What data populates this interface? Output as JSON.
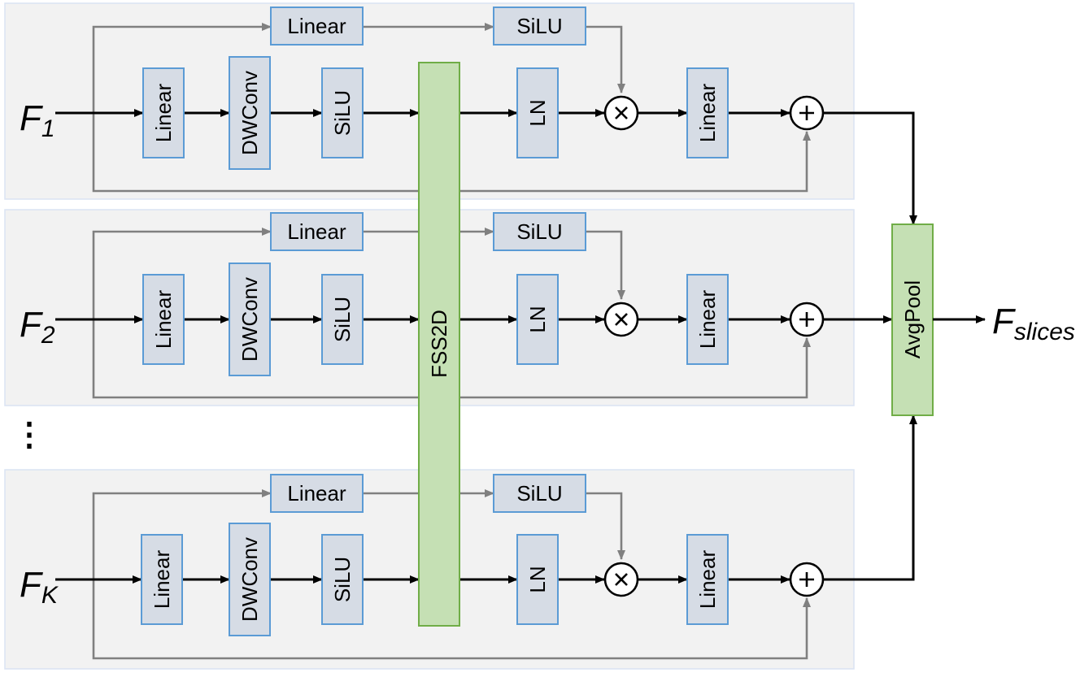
{
  "rows": [
    {
      "input_main": "F",
      "input_sub": "1",
      "top_linear": "Linear",
      "top_silu": "SiLU",
      "linear1": "Linear",
      "dwconv": "DWConv",
      "silu": "SiLU",
      "ln": "LN",
      "linear2": "Linear"
    },
    {
      "input_main": "F",
      "input_sub": "2",
      "top_linear": "Linear",
      "top_silu": "SiLU",
      "linear1": "Linear",
      "dwconv": "DWConv",
      "silu": "SiLU",
      "ln": "LN",
      "linear2": "Linear"
    },
    {
      "input_main": "F",
      "input_sub": "K",
      "top_linear": "Linear",
      "top_silu": "SiLU",
      "linear1": "Linear",
      "dwconv": "DWConv",
      "silu": "SiLU",
      "ln": "LN",
      "linear2": "Linear"
    }
  ],
  "shared_block": "FSS2D",
  "pool_block": "AvgPool",
  "output_main": "F",
  "output_sub": "slices",
  "ellipsis": "⋮",
  "colors": {
    "panel_fill": "#f2f2f2",
    "block_fill": "#d6dce5",
    "block_border": "#5b9bd5",
    "green_fill": "#c5e0b4",
    "green_border": "#70ad47",
    "skip_line": "#808080"
  }
}
